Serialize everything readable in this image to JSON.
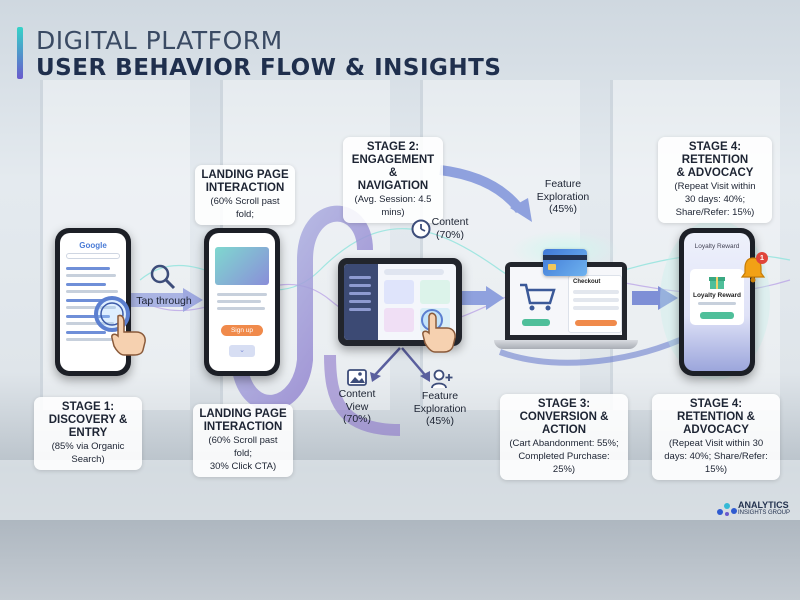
{
  "title": {
    "line1": "DIGITAL PLATFORM",
    "line2": "USER BEHAVIOR FLOW & INSIGHTS"
  },
  "stage1": {
    "head1": "STAGE 1:",
    "head2": "DISCOVERY & ENTRY",
    "sub": "(85% via Organic Search)",
    "tap_label": "Tap through",
    "search_brand": "Google"
  },
  "landing_top": {
    "head1": "LANDING PAGE",
    "head2": "INTERACTION",
    "sub": "(60% Scroll past fold;"
  },
  "landing_bottom": {
    "head1": "LANDING PAGE",
    "head2": "INTERACTION",
    "sub1": "(60% Scroll past fold;",
    "sub2": "30% Click CTA)",
    "cta_label": "Sign up"
  },
  "stage2": {
    "head1": "STAGE 2:",
    "head2": "ENGAGEMENT &",
    "head3": "NAVIGATION",
    "sub": "(Avg. Session: 4.5 mins)",
    "content_top_1": "Content",
    "content_top_2": "(70%)",
    "content_view_1": "Content",
    "content_view_2": "View",
    "content_view_3": "(70%)",
    "feature_bottom_1": "Feature",
    "feature_bottom_2": "Exploration",
    "feature_bottom_3": "(45%)"
  },
  "feature_top": {
    "line1": "Feature",
    "line2": "Exploration",
    "line3": "(45%)"
  },
  "stage3": {
    "head1": "STAGE 3:",
    "head2": "CONVERSION &",
    "head3": "ACTION",
    "sub1": "(Cart Abandonment: 55%;",
    "sub2": "Completed Purchase: 25%)",
    "checkout_label": "Checkout"
  },
  "stage4_top": {
    "head1": "STAGE 4: RETENTION",
    "head2": "& ADVOCACY",
    "sub1": "(Repeat Visit within",
    "sub2": "30 days: 40%;",
    "sub3": "Share/Refer: 15%)"
  },
  "stage4_bottom": {
    "head1": "STAGE 4:",
    "head2": "RETENTION &",
    "head3": "ADVOCACY",
    "sub1": "(Repeat Visit within 30",
    "sub2": "days: 40%; Share/Refer: 15%)",
    "phone_header": "Loyalty Reward",
    "phone_card": "Loyalty Reward",
    "notification_count": "1"
  },
  "brand": {
    "name": "ANALYTICS",
    "sub": "INSIGHTS GROUP"
  },
  "colors": {
    "flow_purple": "#7e6cc4",
    "flow_teal": "#4fb8b2",
    "title_dark": "#1f2f4d",
    "bell_orange": "#f2a116"
  }
}
